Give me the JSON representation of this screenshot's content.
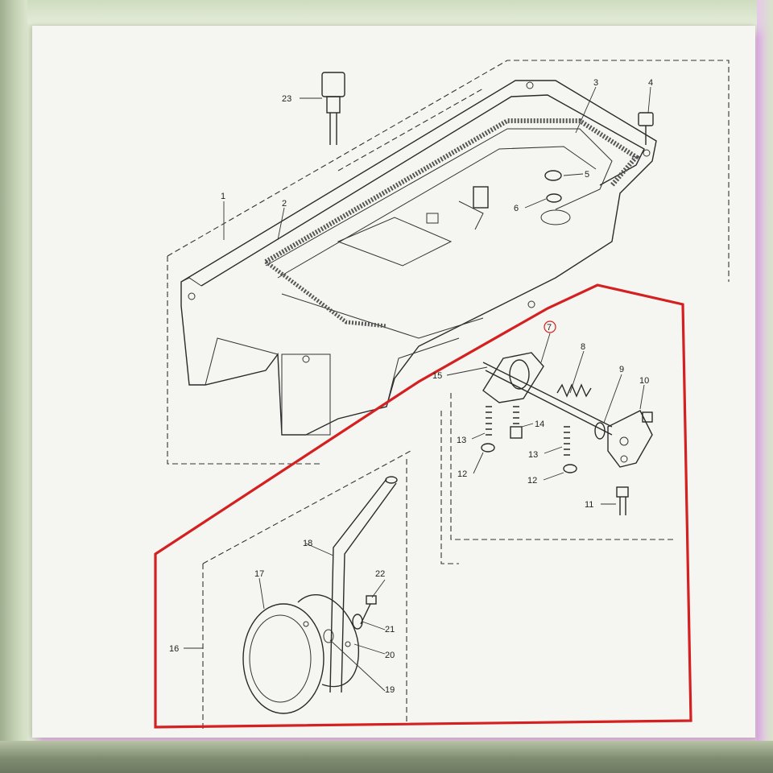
{
  "diagram": {
    "highlight_color": "#d42020",
    "line_color": "#2a2a2a",
    "parts": [
      {
        "id": "p1",
        "label": "1"
      },
      {
        "id": "p2",
        "label": "2"
      },
      {
        "id": "p3",
        "label": "3"
      },
      {
        "id": "p4",
        "label": "4"
      },
      {
        "id": "p5",
        "label": "5"
      },
      {
        "id": "p6",
        "label": "6"
      },
      {
        "id": "p7",
        "label": "7"
      },
      {
        "id": "p8",
        "label": "8"
      },
      {
        "id": "p9",
        "label": "9"
      },
      {
        "id": "p10",
        "label": "10"
      },
      {
        "id": "p11",
        "label": "11"
      },
      {
        "id": "p12a",
        "label": "12"
      },
      {
        "id": "p12b",
        "label": "12"
      },
      {
        "id": "p13a",
        "label": "13"
      },
      {
        "id": "p13b",
        "label": "13"
      },
      {
        "id": "p14",
        "label": "14"
      },
      {
        "id": "p15",
        "label": "15"
      },
      {
        "id": "p16",
        "label": "16"
      },
      {
        "id": "p17",
        "label": "17"
      },
      {
        "id": "p18",
        "label": "18"
      },
      {
        "id": "p19",
        "label": "19"
      },
      {
        "id": "p20",
        "label": "20"
      },
      {
        "id": "p21",
        "label": "21"
      },
      {
        "id": "p22",
        "label": "22"
      },
      {
        "id": "p23",
        "label": "23"
      }
    ]
  }
}
